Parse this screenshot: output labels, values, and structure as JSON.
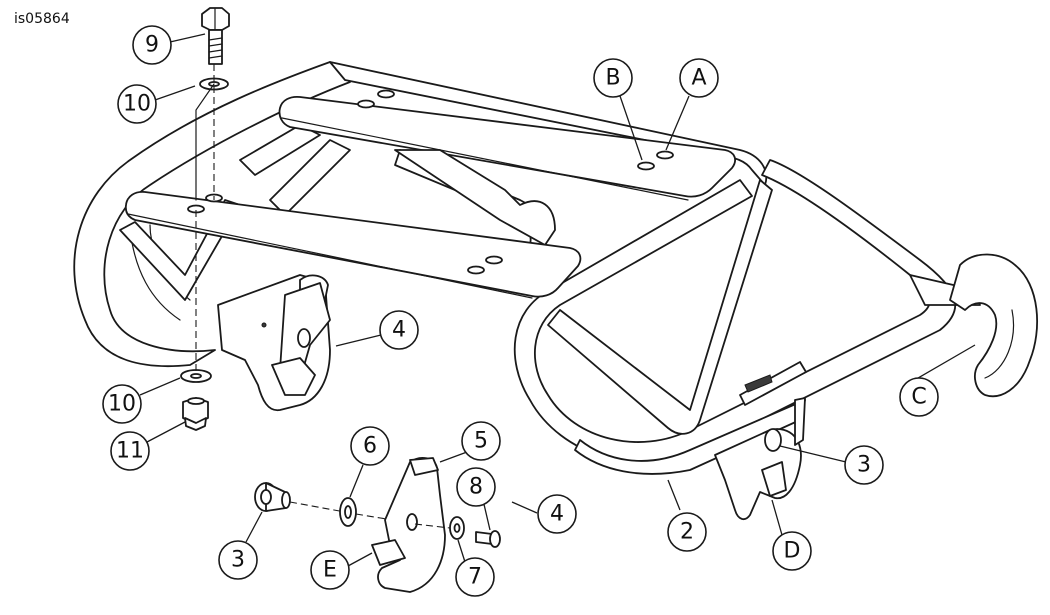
{
  "document_id": "is05864",
  "callouts": [
    {
      "id": "c9",
      "label": "9"
    },
    {
      "id": "c10a",
      "label": "10"
    },
    {
      "id": "c10b",
      "label": "10"
    },
    {
      "id": "c11",
      "label": "11"
    },
    {
      "id": "c4a",
      "label": "4"
    },
    {
      "id": "c4b",
      "label": "4"
    },
    {
      "id": "c6",
      "label": "6"
    },
    {
      "id": "c5",
      "label": "5"
    },
    {
      "id": "c8",
      "label": "8"
    },
    {
      "id": "c3a",
      "label": "3"
    },
    {
      "id": "c3b",
      "label": "3"
    },
    {
      "id": "c7",
      "label": "7"
    },
    {
      "id": "cE",
      "label": "E"
    },
    {
      "id": "c2",
      "label": "2"
    },
    {
      "id": "cD",
      "label": "D"
    },
    {
      "id": "cC",
      "label": "C"
    },
    {
      "id": "cB",
      "label": "B"
    },
    {
      "id": "cA",
      "label": "A"
    }
  ]
}
